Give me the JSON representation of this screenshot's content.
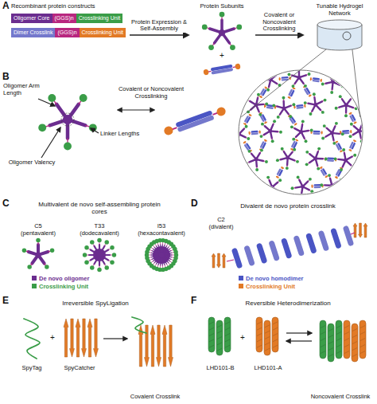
{
  "diagram": {
    "nodes": [
      {
        "text": [
          "Recombinant protein constructs"
        ]
      },
      {
        "text": [
          "Oligomer Core"
        ],
        "in": 0
      },
      {
        "text": [
          "(GGS)n"
        ],
        "in": 0
      },
      {
        "text": [
          "Crosslinking Unit"
        ],
        "in": 0
      },
      {
        "text": [
          "Dimer Crosslink"
        ],
        "in": 0
      },
      {
        "text": [
          "(GGS)n"
        ],
        "in": 0
      },
      {
        "text": [
          "Crosslinking Unit"
        ],
        "in": 0
      },
      {
        "text": [
          "Protein Subunits"
        ]
      },
      {
        "text": [
          "Tunable Hydrogel Network"
        ]
      }
    ],
    "edges": [
      {
        "from": 0,
        "to": 7,
        "arrow": "to",
        "label": "Protein Expression & Self-Assembly"
      },
      {
        "from": 7,
        "to": 8,
        "arrow": "to",
        "label": "Covalent or Noncovalent Crosslinking"
      }
    ],
    "labels": [
      "A",
      "+",
      "B",
      "Oligomer Arm Length",
      "Linker Lengths",
      "Oligomer Valency",
      "Covalent or Noncovalent Crosslinking",
      "C",
      "Multivalent de novo self-assembling protein cores",
      "C5 (pentavalent)",
      "T33 (dodecavalent)",
      "I53 (hexacontavalent)",
      "D",
      "Divalent de novo protein crosslink",
      "C2 (divalent)",
      "E",
      "Irreversible SpyLigation",
      "SpyTag",
      "+",
      "SpyCatcher",
      "Covalent Crosslink",
      "F",
      "Reversible Heterodimerization",
      "LHD101-B",
      "+",
      "LHD101-A",
      "Noncovalent Crosslink"
    ],
    "legend": [
      {
        "text": "De novo oligomer",
        "color": "#6b2d8f"
      },
      {
        "text": "Crosslinking Unit",
        "color": "#3a9d48"
      },
      {
        "text": "De novo homodimer",
        "color": "#4a55c4"
      },
      {
        "text": "Crosslinking Unit",
        "color": "#e27a26"
      }
    ]
  }
}
